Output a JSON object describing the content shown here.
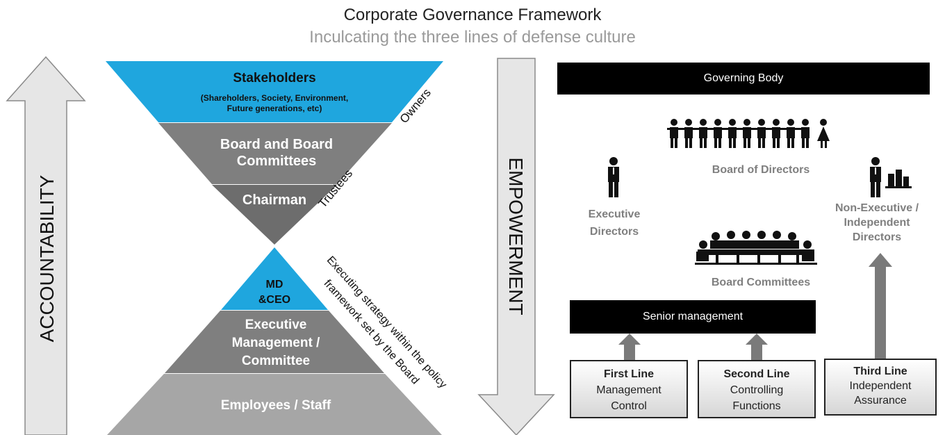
{
  "header": {
    "title": "Corporate Governance Framework",
    "subtitle": "Inculcating the three lines of defense culture"
  },
  "left_arrow": {
    "label": "ACCOUNTABILITY"
  },
  "middle_arrow": {
    "label": "EMPOWERMENT"
  },
  "pyramid_top": {
    "stakeholders_title": "Stakeholders",
    "stakeholders_detail_1": "(Shareholders, Society, Environment,",
    "stakeholders_detail_2": "Future generations, etc)",
    "board_line_1": "Board and Board",
    "board_line_2": "Committees",
    "chairman": "Chairman",
    "owners_label": "Owners",
    "trustees_label": "Trustees"
  },
  "pyramid_bottom": {
    "md_line_1": "MD",
    "md_line_2": "&CEO",
    "exec_line_1": "Executive",
    "exec_line_2": "Management /",
    "exec_line_3": "Committee",
    "employees": "Employees / Staff",
    "side_label_1": "Executing strategy within the policy",
    "side_label_2": "framework set by the Board"
  },
  "governance": {
    "governing_body": "Governing Body",
    "board_of_directors": "Board of Directors",
    "exec_directors_1": "Executive",
    "exec_directors_2": "Directors",
    "nonexec_1": "Non-Executive /",
    "nonexec_2": "Independent",
    "nonexec_3": "Directors",
    "board_committees": "Board Committees",
    "senior_management": "Senior management"
  },
  "lines": [
    {
      "title": "First Line",
      "line_1": "Management",
      "line_2": "Control"
    },
    {
      "title": "Second Line",
      "line_1": "Controlling",
      "line_2": "Functions"
    },
    {
      "title": "Third Line",
      "line_1": "Independent",
      "line_2": "Assurance"
    }
  ],
  "colors": {
    "blue": "#1fa6de",
    "dark_gray": "#7f7f7f",
    "darker_gray": "#6d6d6d",
    "light_gray": "#a6a6a6",
    "arrow_fill": "#e6e6e6"
  }
}
